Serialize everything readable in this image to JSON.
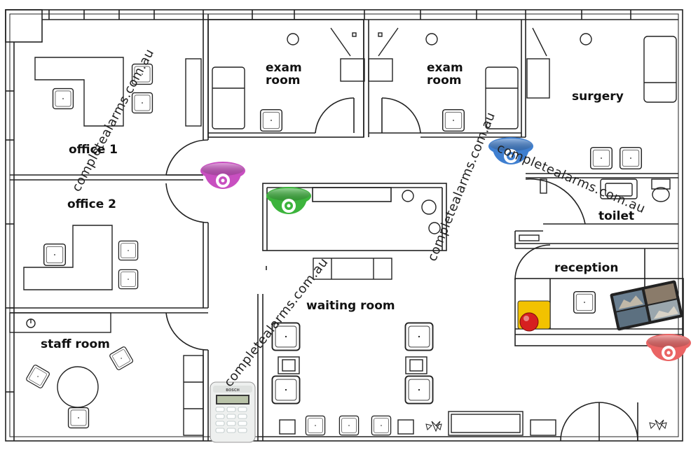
{
  "rooms": {
    "exam_room_1": [
      "exam",
      "room"
    ],
    "exam_room_2": [
      "exam",
      "room"
    ],
    "surgery": "surgery",
    "office_1": "office 1",
    "office_2": "office 2",
    "toilet": "toilet",
    "reception": "reception",
    "waiting_room": "waiting room",
    "staff_room": "staff room"
  },
  "watermarks": [
    "completealarms.com.au",
    "completealarms.com.au",
    "completealarms.com.au",
    "completealarms.com.au"
  ],
  "keypad": {
    "brand": "BOSCH"
  },
  "cameras": [
    {
      "name": "camera-office",
      "color": "#c84fc0"
    },
    {
      "name": "camera-waiting",
      "color": "#3cb43c"
    },
    {
      "name": "camera-exam",
      "color": "#3f7fd0"
    },
    {
      "name": "camera-reception",
      "color": "#ea6464"
    }
  ],
  "colors": {
    "wall": "#222222",
    "panic_button_body": "#f2c200",
    "panic_button": "#d62020"
  }
}
